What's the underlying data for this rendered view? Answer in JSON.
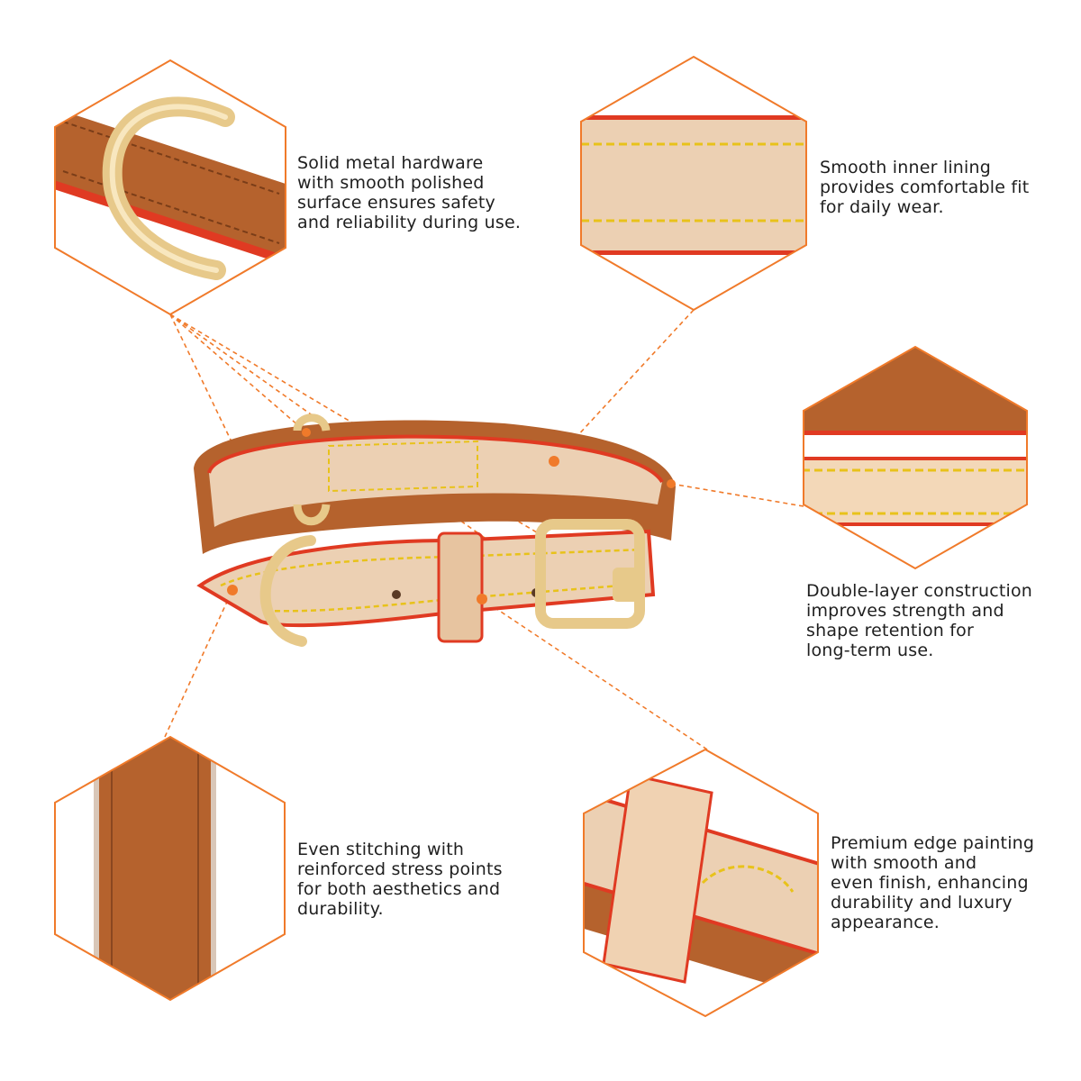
{
  "accent_color": "#f07a2a",
  "leather_color": "#b5622d",
  "lining_color": "#ecd0b3",
  "edge_color": "#e03a22",
  "stitch_color": "#e8c21a",
  "hardware_color": "#e7c98a",
  "features": [
    {
      "id": "hardware",
      "lines": [
        "Solid metal hardware",
        "with smooth polished",
        "surface ensures safety",
        "and reliability during use."
      ]
    },
    {
      "id": "lining",
      "lines": [
        "Smooth inner lining",
        "provides comfortable fit",
        "for daily wear."
      ]
    },
    {
      "id": "double-layer",
      "lines": [
        "Double-layer construction",
        "improves strength and",
        "shape retention for",
        "long-term use."
      ]
    },
    {
      "id": "stitching",
      "lines": [
        "Even stitching with",
        "reinforced stress points",
        "for both aesthetics and",
        "durability."
      ]
    },
    {
      "id": "edge-painting",
      "lines": [
        "Premium edge painting",
        "with smooth and",
        "even finish, enhancing",
        "durability and luxury",
        "appearance."
      ]
    }
  ]
}
